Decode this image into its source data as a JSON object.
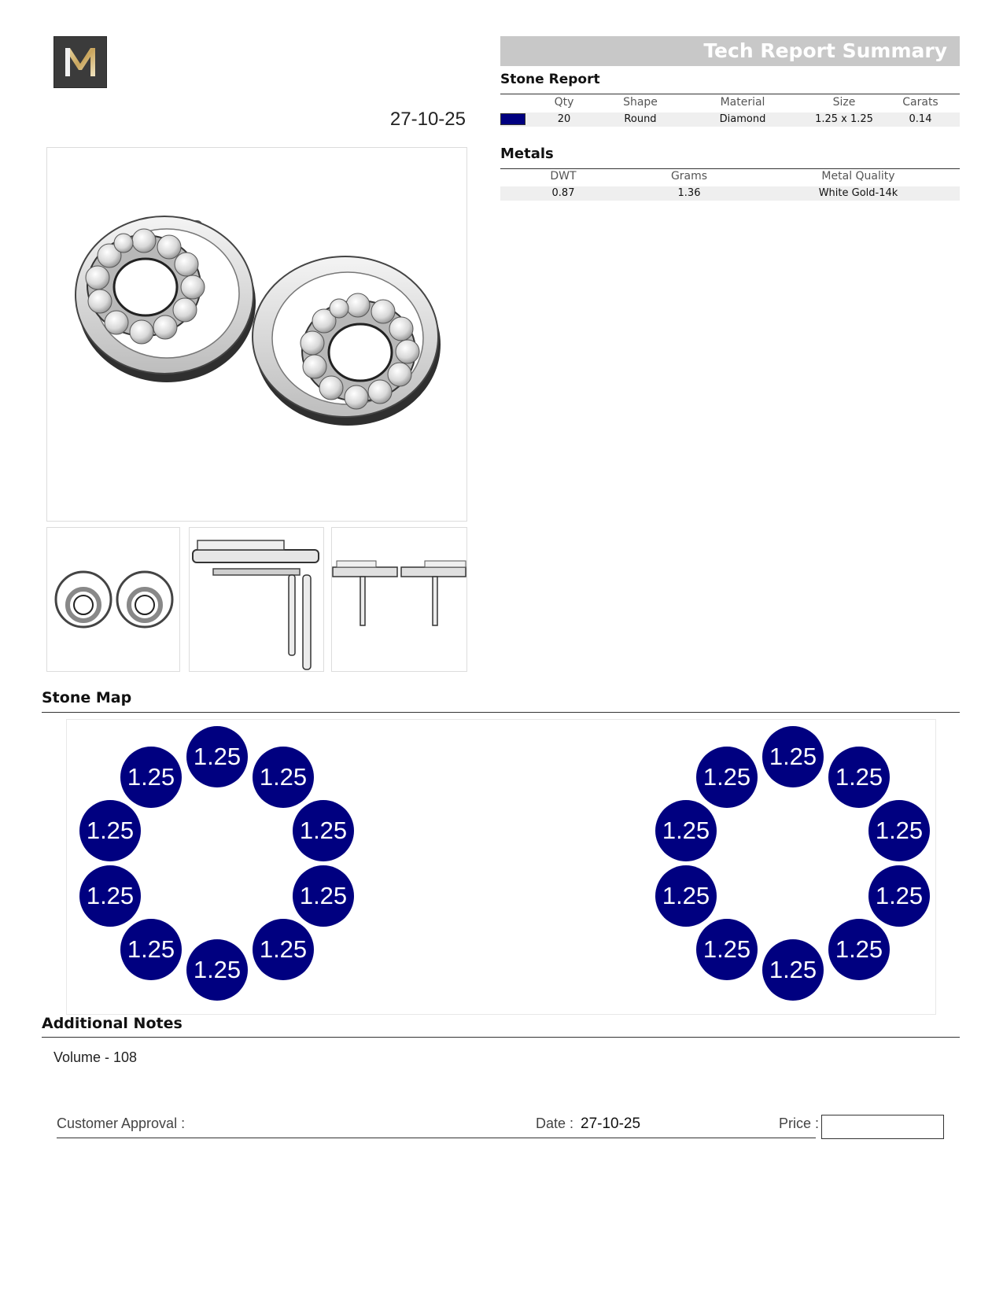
{
  "header": {
    "logo_letter": "M",
    "report_date": "27-10-25",
    "title": "Tech Report Summary"
  },
  "stone_report": {
    "title": "Stone Report",
    "columns": [
      "Qty",
      "Shape",
      "Material",
      "Size",
      "Carats"
    ],
    "rows": [
      {
        "color": "#000080",
        "qty": "20",
        "shape": "Round",
        "material": "Diamond",
        "size": "1.25 x 1.25",
        "carats": "0.14"
      }
    ]
  },
  "metals": {
    "title": "Metals",
    "columns": [
      "DWT",
      "Grams",
      "Metal Quality"
    ],
    "rows": [
      {
        "dwt": "0.87",
        "grams": "1.36",
        "quality": "White Gold-14k"
      }
    ]
  },
  "stone_map": {
    "title": "Stone Map",
    "stone_color": "#000080",
    "left_group": [
      "1.25",
      "1.25",
      "1.25",
      "1.25",
      "1.25",
      "1.25",
      "1.25",
      "1.25",
      "1.25",
      "1.25"
    ],
    "right_group": [
      "1.25",
      "1.25",
      "1.25",
      "1.25",
      "1.25",
      "1.25",
      "1.25",
      "1.25",
      "1.25",
      "1.25"
    ]
  },
  "notes": {
    "title": "Additional Notes",
    "text": "Volume - 108"
  },
  "approval": {
    "customer_label": "Customer Approval :",
    "date_label": "Date :",
    "date_value": "27-10-25",
    "price_label": "Price :",
    "price_value": ""
  }
}
